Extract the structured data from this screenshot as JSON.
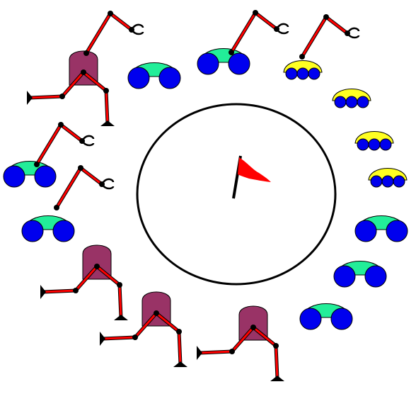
{
  "scene": {
    "background": "#ffffff",
    "center": {
      "name": "flag",
      "pole_color": "#000000",
      "flag_color": "#ff0000"
    },
    "ring": [
      {
        "kind": "leg-robot"
      },
      {
        "kind": "blue-car"
      },
      {
        "kind": "arm-car"
      },
      {
        "kind": "arm-yellow-car"
      },
      {
        "kind": "yellow-car"
      },
      {
        "kind": "yellow-car"
      },
      {
        "kind": "yellow-car"
      },
      {
        "kind": "blue-car"
      },
      {
        "kind": "blue-car"
      },
      {
        "kind": "blue-car"
      },
      {
        "kind": "leg-robot"
      },
      {
        "kind": "leg-robot"
      },
      {
        "kind": "leg-robot"
      },
      {
        "kind": "arm-car"
      },
      {
        "kind": "arm-car"
      }
    ],
    "colors": {
      "car_body": "#22ee99",
      "car_wheel": "#0000ee",
      "yellow_body": "#ffff22",
      "arm": "#ff0000",
      "joint": "#000000",
      "robot_body": "#993366",
      "outline": "#000000"
    }
  }
}
